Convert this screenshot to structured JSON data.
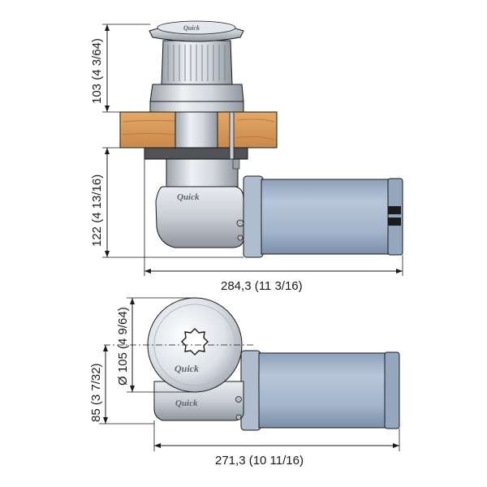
{
  "colors": {
    "motor": "#a9b9cf",
    "motor_dark": "#7f93ad",
    "metal_light": "#e8ebef",
    "metal_mid": "#c7ccd3",
    "metal_dark": "#8d949c",
    "wood": "#d89c5d",
    "wood_dark": "#a8683a",
    "base_dark": "#4e5053"
  },
  "brand_label": "Quick",
  "side_view": {
    "width_dim": "284,3 (11 3/16)",
    "capstan_height_dim": "103 (4 3/64)",
    "below_deck_dim": "122 (4 13/16)"
  },
  "top_view": {
    "width_dim": "271,3 (10 11/16)",
    "drum_diameter_dim": "Ø 105 (4 9/64)",
    "offset_dim": "85 (3 7/32)"
  }
}
